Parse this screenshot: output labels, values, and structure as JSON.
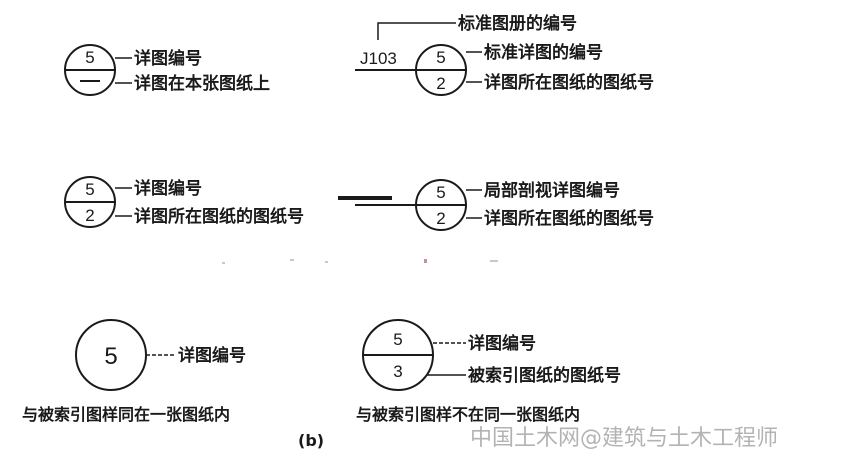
{
  "symbol_a": {
    "number": "5",
    "label_top": "详图编号",
    "label_bottom": "详图在本张图纸上"
  },
  "symbol_b": {
    "atlas_code": "J103",
    "label_atlas": "标准图册的编号",
    "top": "5",
    "bottom": "2",
    "label_top": "标准详图的编号",
    "label_bottom": "详图所在图纸的图纸号"
  },
  "symbol_c": {
    "top": "5",
    "bottom": "2",
    "label_top": "详图编号",
    "label_bottom": "详图所在图纸的图纸号"
  },
  "symbol_d": {
    "top": "5",
    "bottom": "2",
    "label_top": "局部剖视详图编号",
    "label_bottom": "详图所在图纸的图纸号"
  },
  "symbol_e": {
    "number": "5",
    "label": "详图编号",
    "caption": "与被索引图样同在一张图纸内"
  },
  "symbol_f": {
    "top": "5",
    "bottom": "3",
    "label_top": "详图编号",
    "label_bottom": "被索引图纸的图纸号",
    "caption": "与被索引图样不在同一张图纸内"
  },
  "figure_label": "(b)",
  "watermark": "中国土木网@建筑与土木工程师",
  "colors": {
    "ink": "#1a1a1a",
    "background": "#ffffff",
    "watermark": "#9a9a9a"
  }
}
